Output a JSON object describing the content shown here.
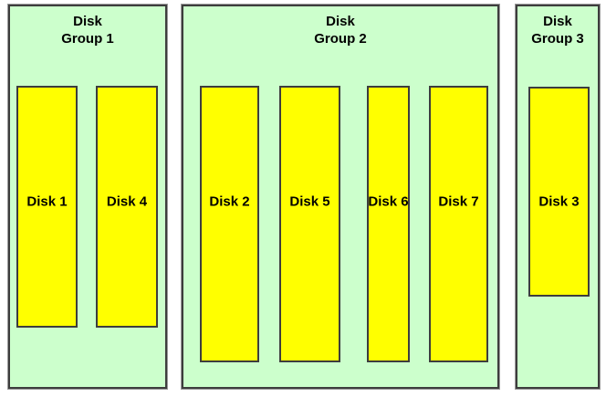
{
  "diagram": {
    "colors": {
      "group_bg": "#ccffcc",
      "disk_bg": "#ffff00",
      "border_dark": "#3d3d3d",
      "border_outer": "#9a9a9a"
    },
    "groups": [
      {
        "title_line1": "Disk",
        "title_line2": "Group 1",
        "disks": [
          {
            "label": "Disk 1"
          },
          {
            "label": "Disk 4"
          }
        ]
      },
      {
        "title_line1": "Disk",
        "title_line2": "Group 2",
        "disks": [
          {
            "label": "Disk 2"
          },
          {
            "label": "Disk 5"
          },
          {
            "label": "Disk 6"
          },
          {
            "label": "Disk 7"
          }
        ]
      },
      {
        "title_line1": "Disk",
        "title_line2": "Group 3",
        "disks": [
          {
            "label": "Disk 3"
          }
        ]
      }
    ]
  }
}
